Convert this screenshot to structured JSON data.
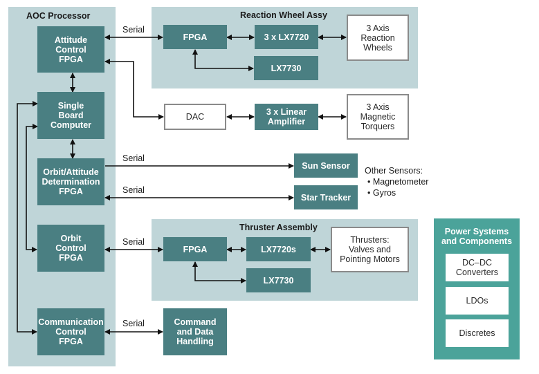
{
  "aoc": {
    "title": "AOC Processor",
    "attitude_fpga": "Attitude\nControl\nFPGA",
    "sbc": "Single\nBoard\nComputer",
    "orbit_att_fpga": "Orbit/Attitude\nDetermination\nFPGA",
    "orbit_fpga": "Orbit\nControl\nFPGA",
    "comm_fpga": "Communication\nControl\nFPGA"
  },
  "reaction_wheel": {
    "title": "Reaction Wheel Assy",
    "fpga": "FPGA",
    "lx7720": "3 x LX7720",
    "lx7730": "LX7730",
    "wheels": "3 Axis\nReaction\nWheels"
  },
  "torquer_chain": {
    "dac": "DAC",
    "amp": "3 x Linear\nAmplifier",
    "torquers": "3 Axis\nMagnetic\nTorquers"
  },
  "sensors": {
    "sun": "Sun Sensor",
    "star": "Star Tracker",
    "other_title": "Other Sensors:",
    "other_items": [
      "• Magnetometer",
      "• Gyros"
    ]
  },
  "thruster": {
    "title": "Thruster Assembly",
    "fpga": "FPGA",
    "lx7720s": "LX7720s",
    "lx7730": "LX7730",
    "thrusters": "Thrusters:\nValves and\nPointing Motors"
  },
  "cdh": "Command\nand Data\nHandling",
  "serial_labels": [
    "Serial",
    "Serial",
    "Serial",
    "Serial",
    "Serial"
  ],
  "power": {
    "title": "Power Systems\nand Components",
    "items": [
      "DC–DC\nConverters",
      "LDOs",
      "Discretes"
    ]
  }
}
